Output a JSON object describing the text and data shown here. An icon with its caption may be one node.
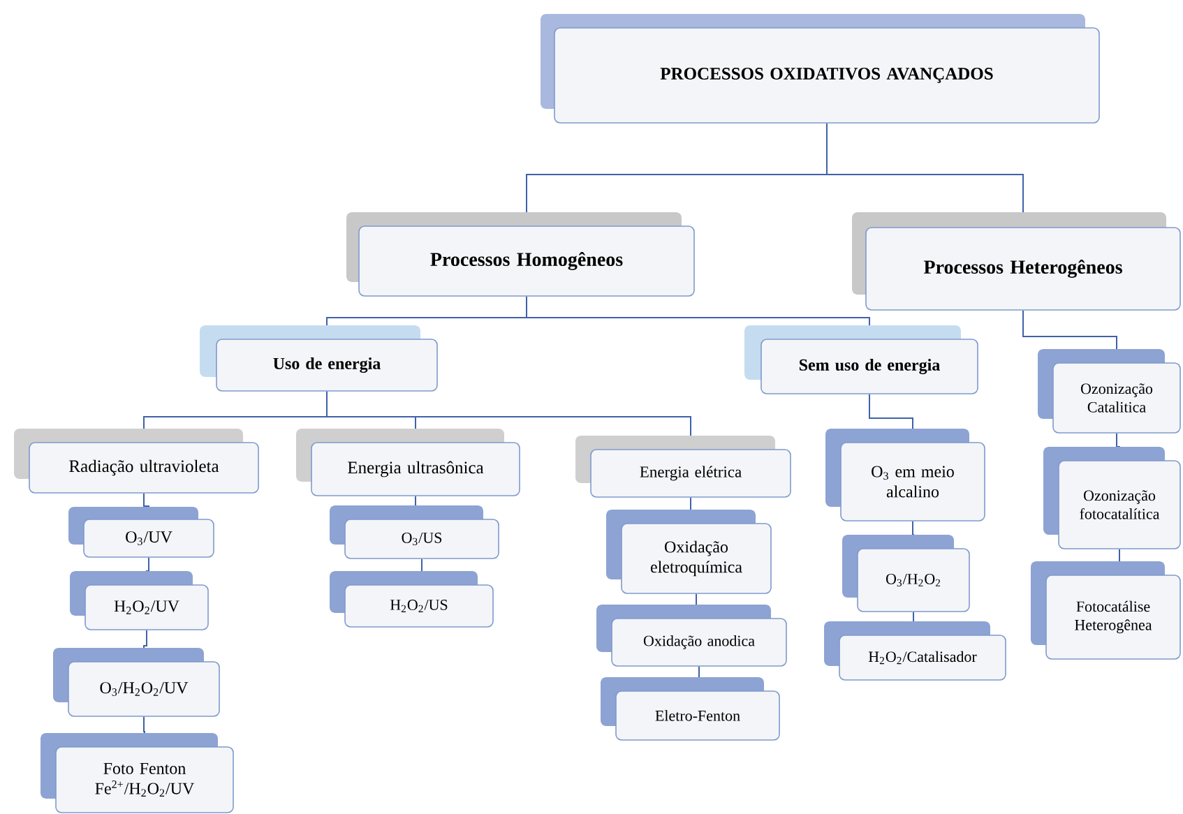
{
  "diagram": {
    "nodes": [
      {
        "text": [
          "PROCESSOS OXIDATIVOS AVANÇADOS"
        ]
      },
      {
        "text": [
          "Processos Homogêneos"
        ]
      },
      {
        "text": [
          "Processos Heterogêneos"
        ]
      },
      {
        "text": [
          "Uso de energia"
        ]
      },
      {
        "text": [
          "Sem uso de energia"
        ]
      },
      {
        "text": [
          "Radiação ultravioleta"
        ]
      },
      {
        "text": [
          "Energia ultrasônica"
        ]
      },
      {
        "text": [
          "Energia elétrica"
        ]
      },
      {
        "text": [
          "O$_{3}$/UV"
        ]
      },
      {
        "text": [
          "H$_{2}$O$_{2}$/UV"
        ]
      },
      {
        "text": [
          "O$_{3}$/H$_{2}$O$_{2}$/UV"
        ]
      },
      {
        "text": [
          "Foto Fenton Fe$^{2+}$/H$_{2}$O$_{2}$/UV"
        ]
      },
      {
        "text": [
          "O$_{3}$/US"
        ]
      },
      {
        "text": [
          "H$_{2}$O$_{2}$/US"
        ]
      },
      {
        "text": [
          "Oxidação eletroquímica"
        ]
      },
      {
        "text": [
          "Oxidação anodica"
        ]
      },
      {
        "text": [
          "Eletro-Fenton"
        ]
      },
      {
        "text": [
          "O$_{3}$ em meio alcalino"
        ]
      },
      {
        "text": [
          "O$_{3}$/H$_{2}$O$_{2}$"
        ]
      },
      {
        "text": [
          "H$_{2}$O$_{2}$/Catalisador"
        ]
      },
      {
        "text": [
          "Ozonização Catalitica"
        ]
      },
      {
        "text": [
          "Ozonização fotocatalítica"
        ]
      },
      {
        "text": [
          "Fotocatálise Heterogênea"
        ]
      }
    ],
    "edges": [
      {
        "from": 0,
        "to": 1,
        "arrow": "none"
      },
      {
        "from": 0,
        "to": 2,
        "arrow": "none"
      },
      {
        "from": 1,
        "to": 3,
        "arrow": "none"
      },
      {
        "from": 1,
        "to": 4,
        "arrow": "none"
      },
      {
        "from": 3,
        "to": 5,
        "arrow": "none"
      },
      {
        "from": 3,
        "to": 6,
        "arrow": "none"
      },
      {
        "from": 3,
        "to": 7,
        "arrow": "none"
      },
      {
        "from": 5,
        "to": 8,
        "arrow": "none"
      },
      {
        "from": 8,
        "to": 9,
        "arrow": "none"
      },
      {
        "from": 9,
        "to": 10,
        "arrow": "none"
      },
      {
        "from": 10,
        "to": 11,
        "arrow": "none"
      },
      {
        "from": 6,
        "to": 12,
        "arrow": "none"
      },
      {
        "from": 12,
        "to": 13,
        "arrow": "none"
      },
      {
        "from": 7,
        "to": 14,
        "arrow": "none"
      },
      {
        "from": 14,
        "to": 15,
        "arrow": "none"
      },
      {
        "from": 15,
        "to": 16,
        "arrow": "none"
      },
      {
        "from": 4,
        "to": 17,
        "arrow": "none"
      },
      {
        "from": 17,
        "to": 18,
        "arrow": "none"
      },
      {
        "from": 18,
        "to": 19,
        "arrow": "none"
      },
      {
        "from": 2,
        "to": 20,
        "arrow": "none"
      },
      {
        "from": 20,
        "to": 21,
        "arrow": "none"
      },
      {
        "from": 21,
        "to": 22,
        "arrow": "none"
      }
    ]
  }
}
